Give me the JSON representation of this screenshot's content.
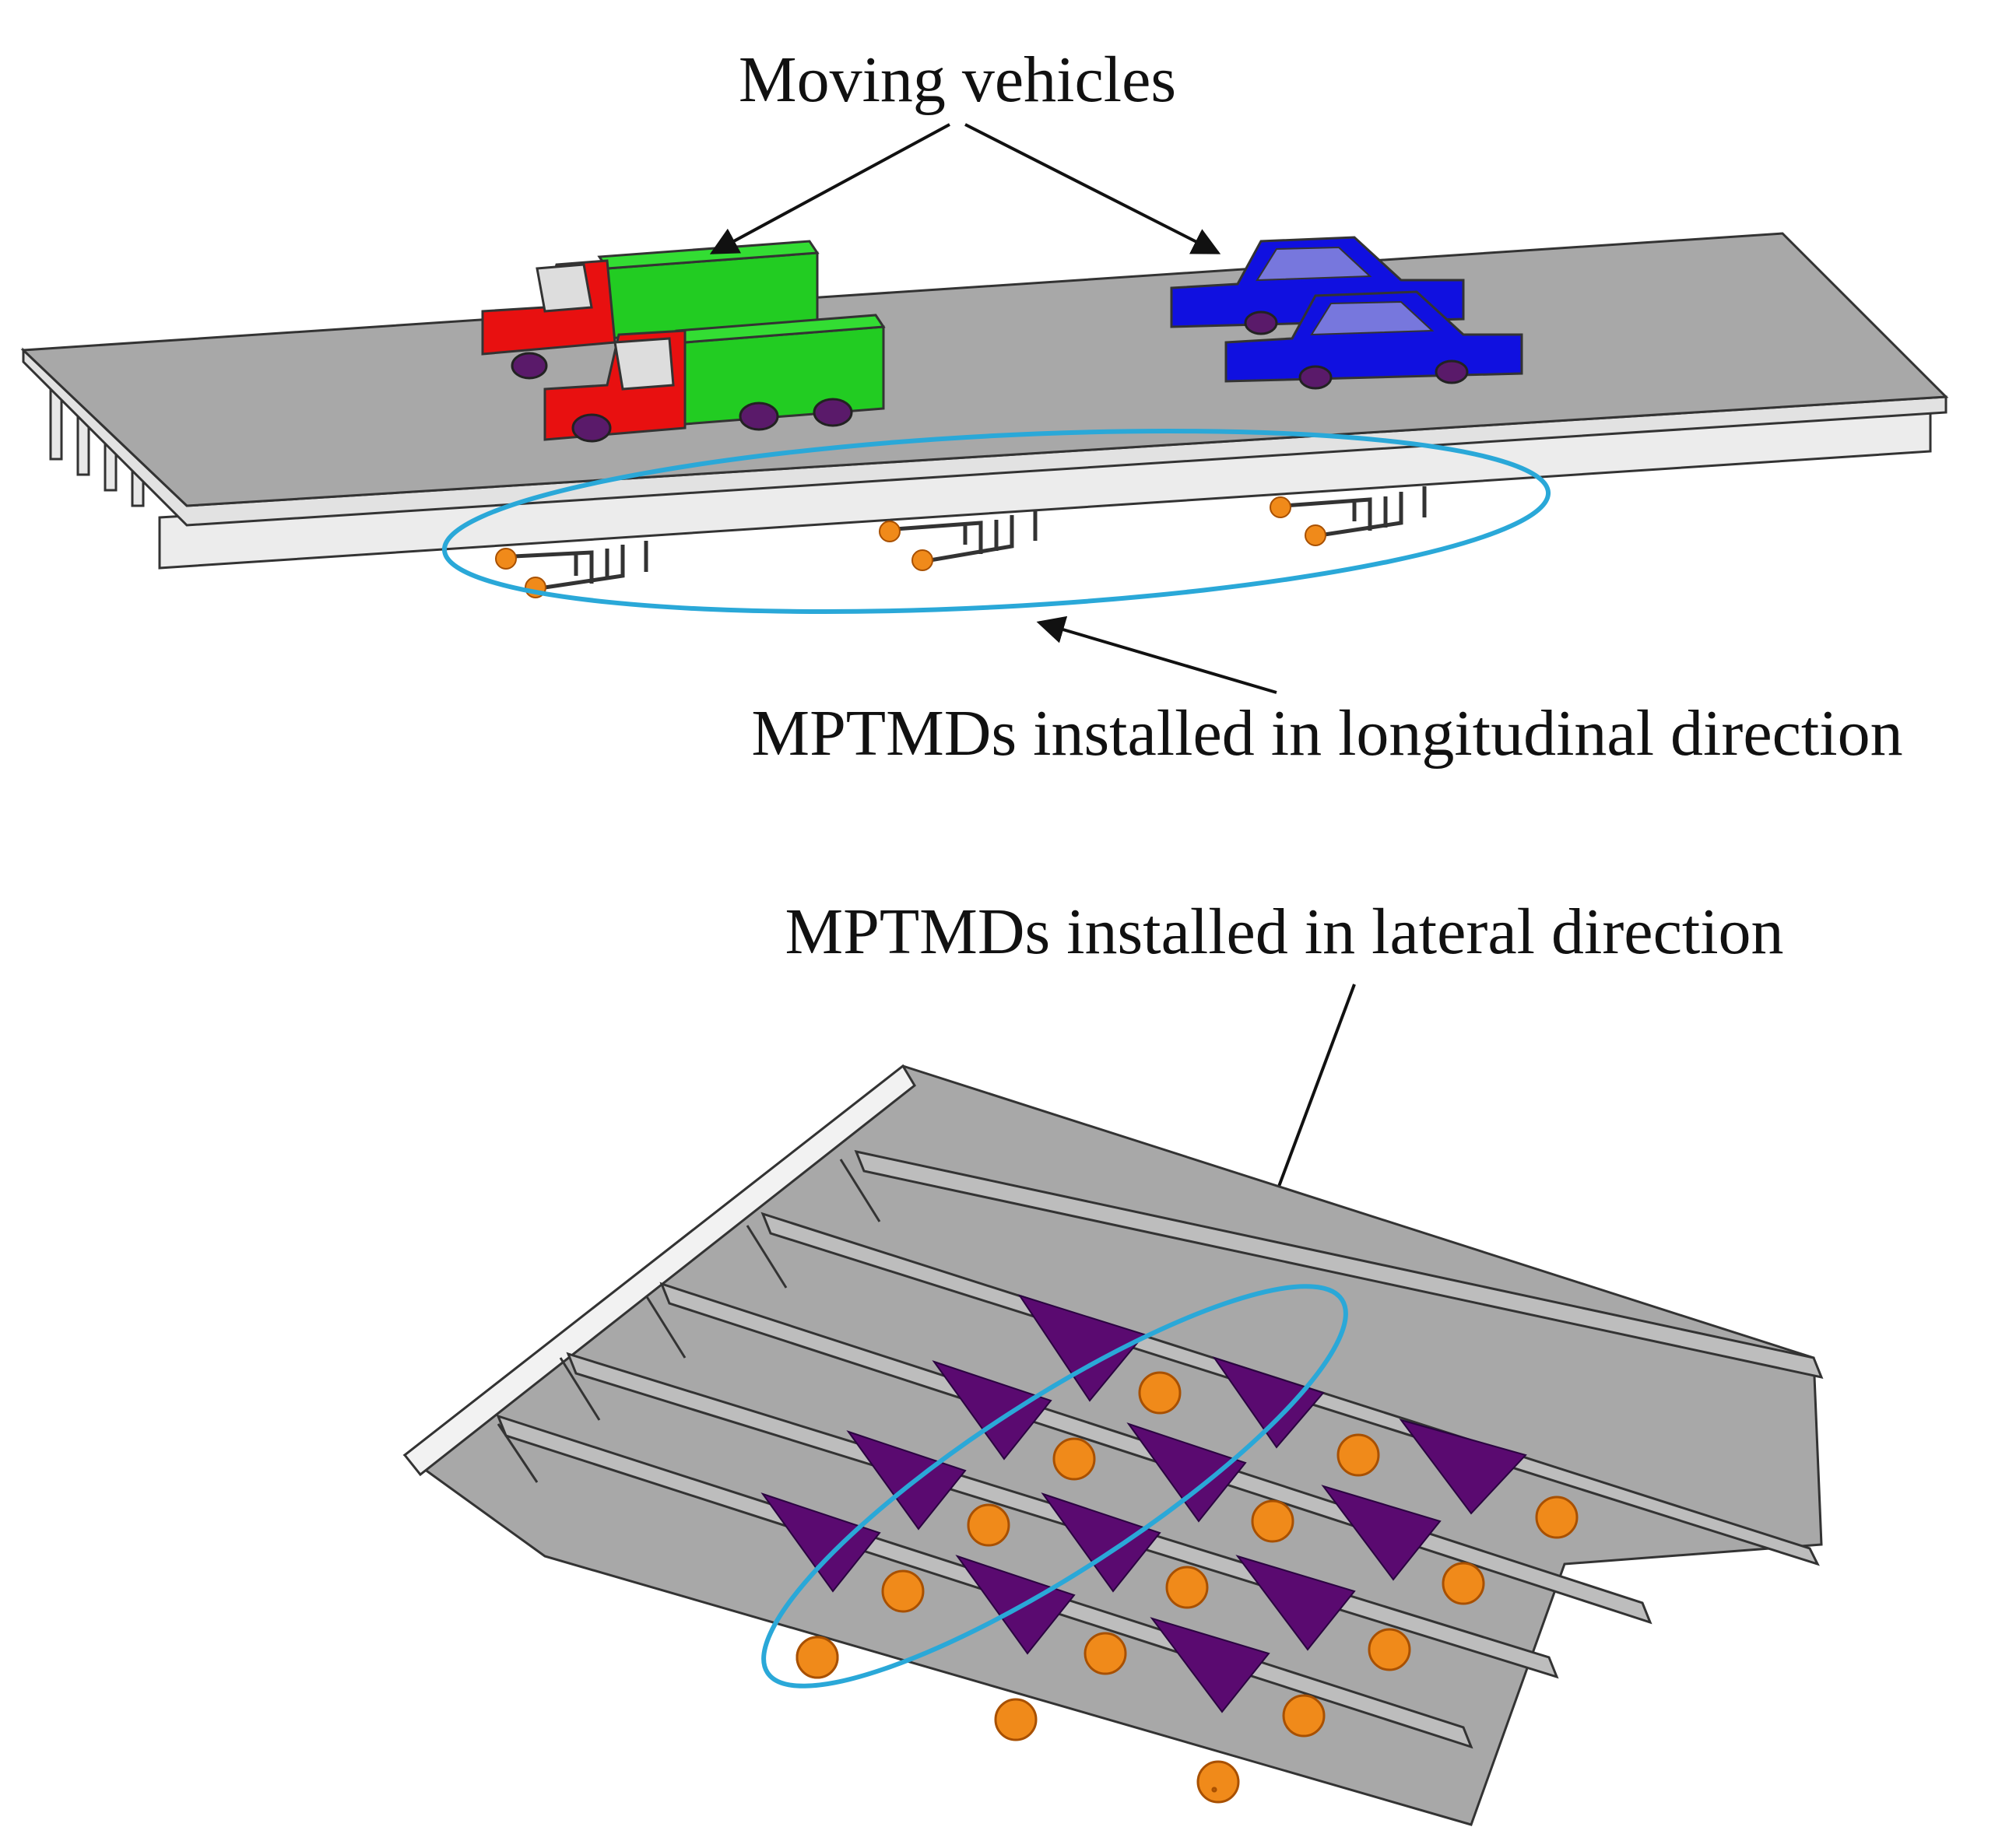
{
  "labels": {
    "moving_vehicles": "Moving vehicles",
    "longitudinal": "MPTMDs installed in longitudinal direction",
    "lateral": "MPTMDs installed in lateral direction"
  },
  "colors": {
    "deck": "#a8a8a8",
    "deck_edge": "#e6e6e6",
    "truck_cab": "#e81010",
    "truck_cargo": "#22cc22",
    "car": "#1010e0",
    "wheel": "#5a1a6a",
    "damper": "#f08a1a",
    "damper_plate": "#5a0a70",
    "highlight_ellipse": "#2aa8d8",
    "arrow": "#111111"
  },
  "icons": {
    "truck": "truck-icon",
    "car": "car-icon",
    "damper": "damper-icon"
  }
}
